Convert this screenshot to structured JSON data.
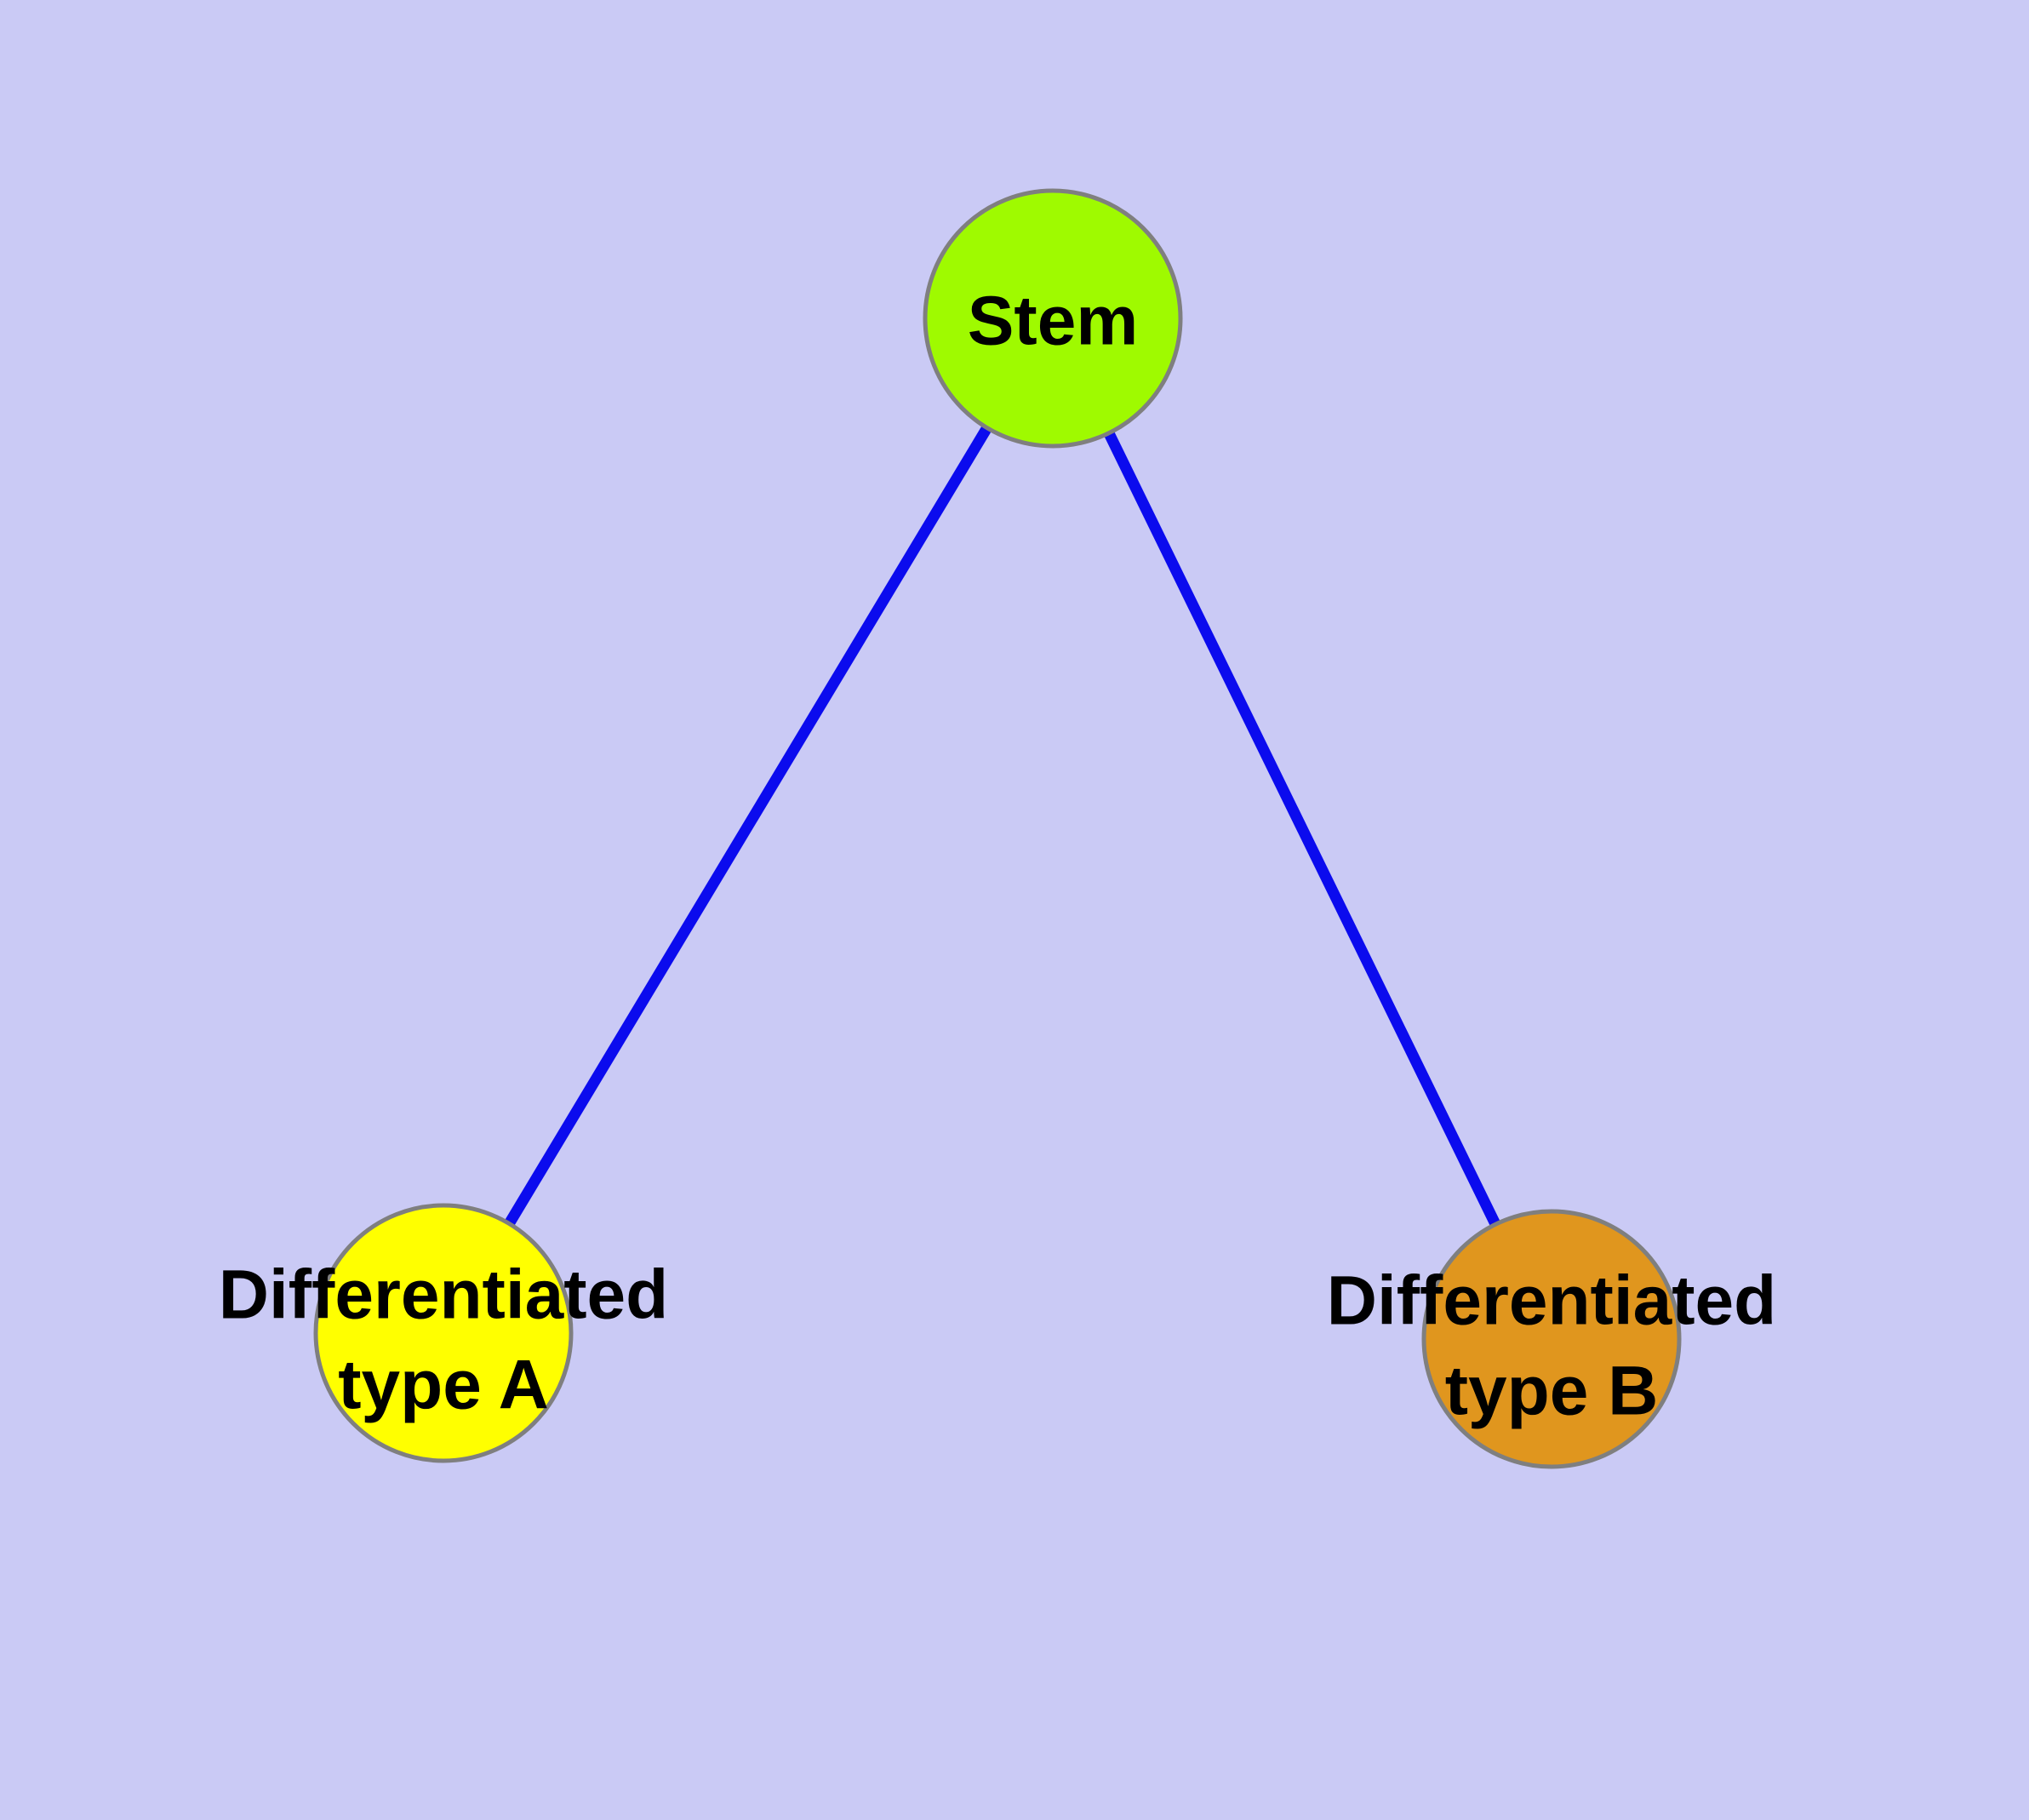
{
  "diagram": {
    "background_color": "#CACAF5",
    "edge_color": "#0B0BEE",
    "node_border_color": "#7F7F7F",
    "label_color": "#000000",
    "nodes": {
      "stem": {
        "label": "Stem",
        "fill": "#9FFA00"
      },
      "type_a": {
        "label": "Differentiated type A",
        "line1": "Differentiated",
        "line2": "type A",
        "fill": "#FFFF00"
      },
      "type_b": {
        "label": "Differentiated type B",
        "line1": "Differentiated",
        "line2": "type B",
        "fill": "#E0961E"
      }
    },
    "edges": [
      {
        "from": "Stem",
        "to": "Differentiated type A"
      },
      {
        "from": "Stem",
        "to": "Differentiated type B"
      }
    ]
  }
}
